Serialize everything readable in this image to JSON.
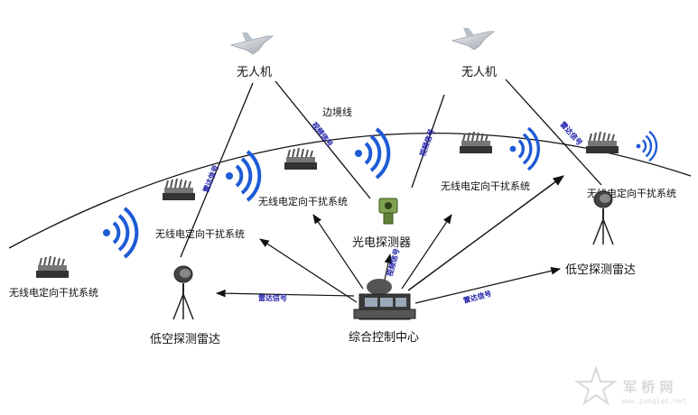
{
  "uav_label": "无人机",
  "border_label": "边境线",
  "jammer_label": "无线电定向干扰系统",
  "eo_detector_label": "光电探测器",
  "radar_label": "低空探测雷达",
  "control_center_label": "综合控制中心",
  "signals": {
    "radar": "雷达信号",
    "video": "视频信号"
  },
  "watermark": {
    "brand": "军 桥 网",
    "url": "www.junqiao.net"
  },
  "colors": {
    "wifi": "#1e5bd6",
    "arrow": "#111111",
    "signal_text": "#1a1aa8"
  }
}
